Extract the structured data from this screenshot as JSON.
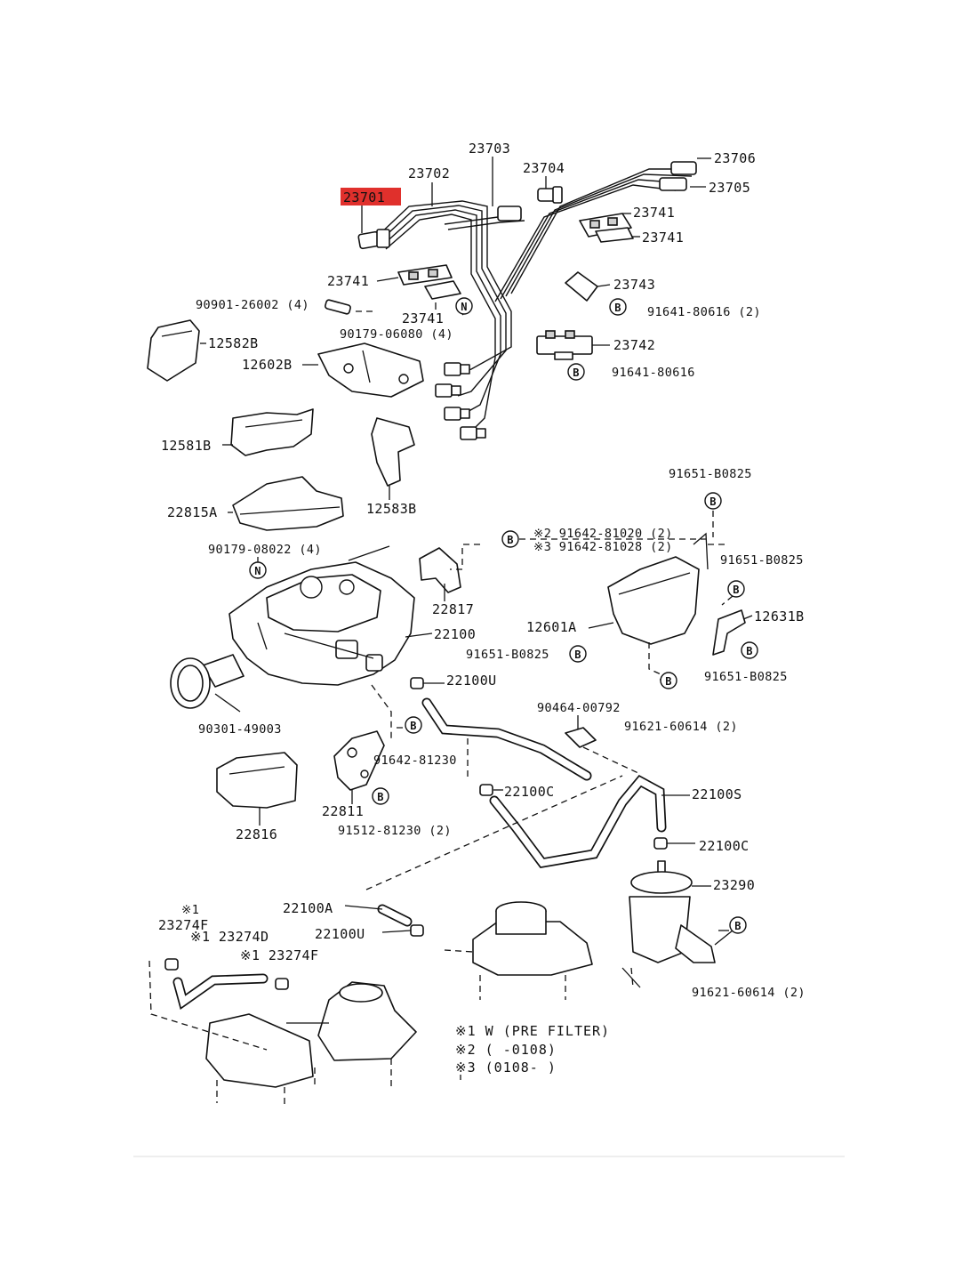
{
  "highlight_color": "#e0302c",
  "labels": {
    "l23701": "23701",
    "l23702": "23702",
    "l23703": "23703",
    "l23704": "23704",
    "l23706": "23706",
    "l23705": "23705",
    "l23741a": "23741",
    "l23741b": "23741",
    "l23741c": "23741",
    "l23741d": "23741",
    "l23743": "23743",
    "l91641_80616_2": "91641-80616 (2)",
    "l23742": "23742",
    "l91641_80616": "91641-80616",
    "l90901_26002": "90901-26002 (4)",
    "l90179_06080": "90179-06080 (4)",
    "l12582B": "12582B",
    "l12602B": "12602B",
    "l12581B": "12581B",
    "l12583B": "12583B",
    "l22815A": "22815A",
    "l90179_08022": "90179-08022 (4)",
    "l91642_81020": "※2 91642-81020 (2)",
    "l91642_81028": "※3 91642-81028 (2)",
    "l91651_B0825a": "91651-B0825",
    "l91651_B0825b": "91651-B0825",
    "l22817": "22817",
    "l22100": "22100",
    "l12601A": "12601A",
    "l91651_B0825c": "91651-B0825",
    "l12631B": "12631B",
    "l91651_B0825d": "91651-B0825",
    "l22100U_a": "22100U",
    "l90464_00792": "90464-00792",
    "l91621_60614a": "91621-60614 (2)",
    "l90301_49003": "90301-49003",
    "l91642_81230": "91642-81230",
    "l22100C_a": "22100C",
    "l22100S": "22100S",
    "l22811": "22811",
    "l91512_81230": "91512-81230 (2)",
    "l22816": "22816",
    "l22100C_b": "22100C",
    "l23290": "23290",
    "l22100A": "22100A",
    "l22100U_b": "22100U",
    "l23274F_mark": "※1",
    "l23274F_a": "23274F",
    "l23274D": "※1 23274D",
    "l23274F_b": "※1 23274F",
    "l91621_60614b": "91621-60614 (2)"
  },
  "badges": {
    "N": "N",
    "B": "B"
  },
  "notes": {
    "n1": "※1 W (PRE FILTER)",
    "n2": "※2 (        -0108)",
    "n3": "※3 (0108-        )"
  }
}
